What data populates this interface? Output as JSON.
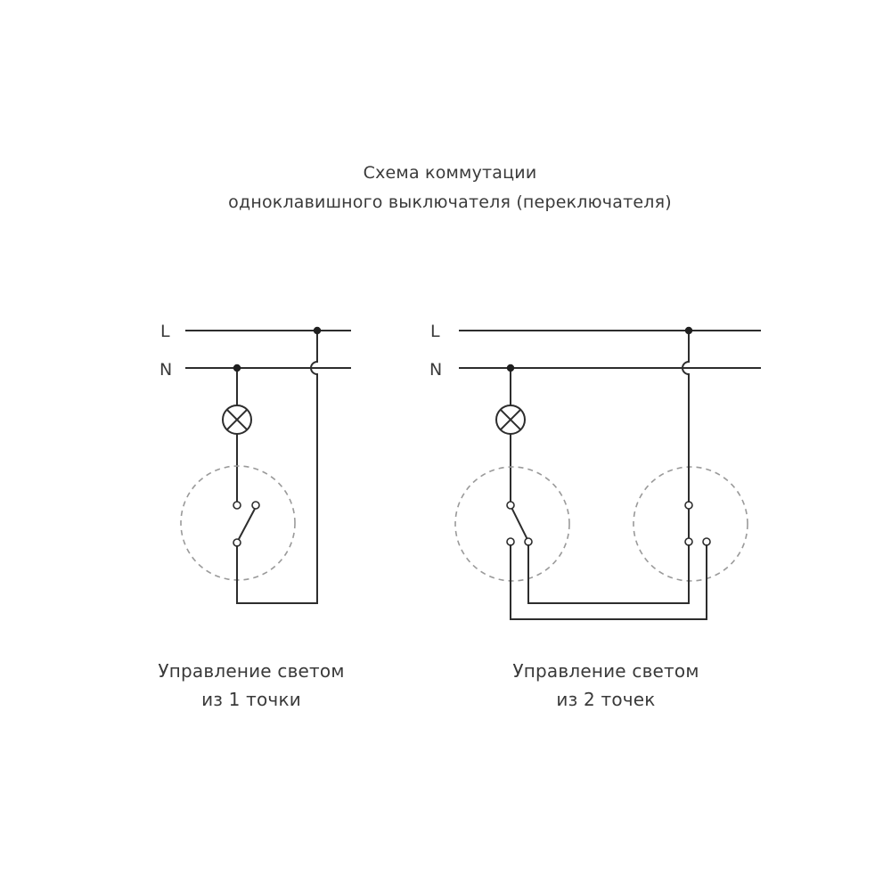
{
  "title": {
    "line1": "Схема коммутации",
    "line2": "одноклавишного выключателя (переключателя)"
  },
  "diagrams": [
    {
      "bus_labels": {
        "live": "L",
        "neutral": "N"
      },
      "caption": {
        "line1": "Управление светом",
        "line2": "из 1 точки"
      }
    },
    {
      "bus_labels": {
        "live": "L",
        "neutral": "N"
      },
      "caption": {
        "line1": "Управление светом",
        "line2": "из 2 точек"
      }
    }
  ],
  "colors": {
    "line": "#2d2d2d",
    "text": "#3a3a3a",
    "dashed_outline": "#9a9a9a",
    "background": "#ffffff"
  }
}
